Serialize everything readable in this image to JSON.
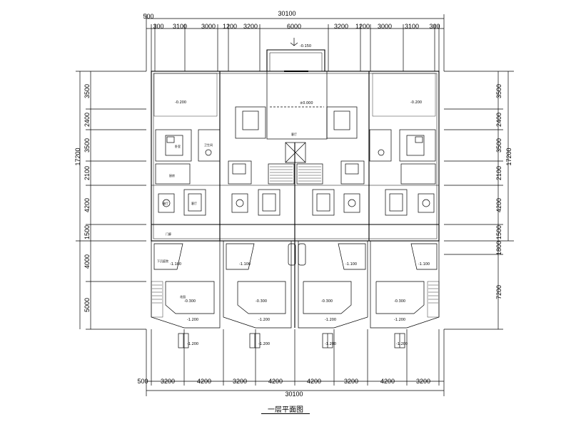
{
  "drawing": {
    "caption": "一层平面图",
    "overall_dimension": "30100"
  },
  "top_dimensions": [
    "500",
    "300",
    "3100",
    "3000",
    "1200",
    "3200",
    "6000",
    "3200",
    "1200",
    "3000",
    "3100",
    "300"
  ],
  "bottom_dimensions": [
    "500",
    "3200",
    "4200",
    "3200",
    "4200",
    "4200",
    "3200",
    "4200",
    "3200"
  ],
  "left_dimensions": [
    "3500",
    "2400",
    "3500",
    "2100",
    "4200",
    "1500",
    "4000",
    "5000"
  ],
  "left_total": "17200",
  "right_dimensions": [
    "3500",
    "2400",
    "3500",
    "2100",
    "4200",
    "1500",
    "1800",
    "7200"
  ],
  "right_total": "17200",
  "level_marks": {
    "entry_top": "-0.150",
    "terrace_left": "-0.200",
    "terrace_right": "-0.200",
    "hall": "±0.000",
    "garden_1": "-0.300",
    "garden_2": "-0.300",
    "garden_3": "-0.300",
    "garden_4": "-0.300",
    "court_1": "-1.100",
    "court_2": "-1.100",
    "court_3": "-1.100",
    "court_4": "-1.100",
    "step_1": "-1.200",
    "step_2": "-1.200",
    "step_3": "-1.200",
    "step_4": "-1.200",
    "bottom_1": "-1.200",
    "bottom_2": "-1.200",
    "bottom_3": "-1.200",
    "bottom_4": "-1.200"
  },
  "room_labels": {
    "master_bed": "卧室",
    "hall": "客厅",
    "bath": "卫生间",
    "kitchen": "厨房",
    "dining": "餐厅",
    "living": "客厅",
    "porch": "门廊",
    "courtyard": "下沉庭院",
    "garden": "花园"
  }
}
